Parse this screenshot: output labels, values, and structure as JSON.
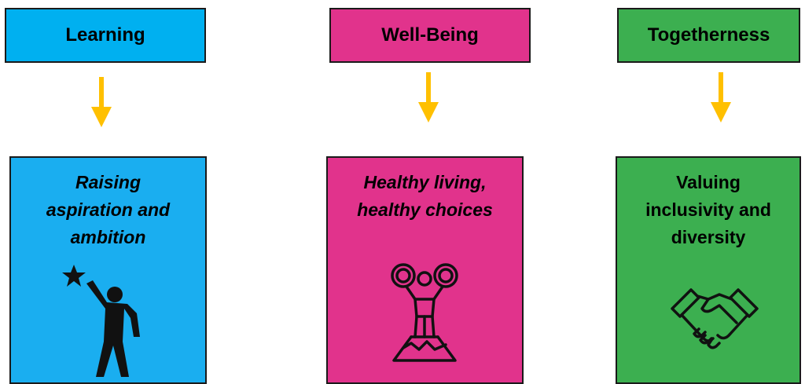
{
  "colors": {
    "learning": "#1aaef0",
    "learning_header": "#00b0f0",
    "wellbeing": "#e1338c",
    "togetherness": "#3caf50",
    "arrow": "#ffc000",
    "outline": "#1a1a1a"
  },
  "columns": [
    {
      "header": "Learning",
      "lines": [
        "Raising",
        "aspiration and",
        "ambition"
      ],
      "icon": "reaching-star-person-icon"
    },
    {
      "header": "Well-Being",
      "lines": [
        "Healthy living,",
        "healthy choices"
      ],
      "icon": "weightlifter-on-podium-icon"
    },
    {
      "header": "Togetherness",
      "lines": [
        "Valuing",
        "inclusivity and",
        "diversity"
      ],
      "icon": "handshake-icon"
    }
  ]
}
